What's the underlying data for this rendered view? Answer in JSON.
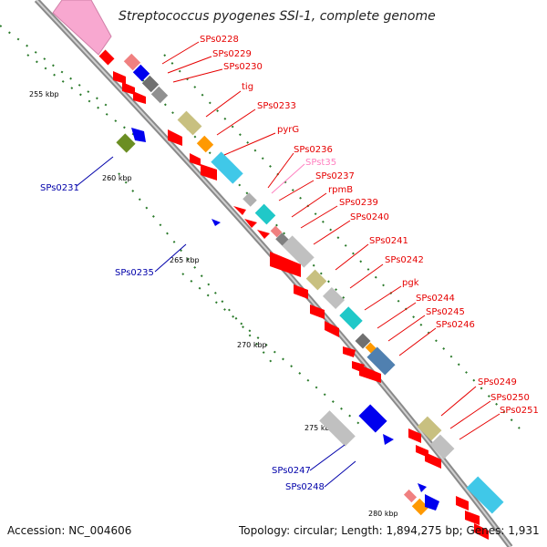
{
  "title": "Streptococcus pyogenes SSI-1, complete genome",
  "footer": {
    "accession": "Accession: NC_004606",
    "summary": "Topology: circular; Length: 1,894,275 bp; Genes: 1,931"
  },
  "colors": {
    "label_red": "#e60000",
    "label_blue": "#0000aa",
    "label_pink": "#ff80c0",
    "backbone": "#a0a0a0",
    "tick_green": "#2a7a2a"
  },
  "kbp_labels": [
    "255 kbp",
    "260 kbp",
    "265 kbp",
    "270 kbp",
    "275 kbp",
    "280 kbp"
  ],
  "right_labels": [
    {
      "text": "SPs0228",
      "color": "red"
    },
    {
      "text": "SPs0229",
      "color": "red"
    },
    {
      "text": "SPs0230",
      "color": "red"
    },
    {
      "text": "tig",
      "color": "red"
    },
    {
      "text": "SPs0233",
      "color": "red"
    },
    {
      "text": "pyrG",
      "color": "red"
    },
    {
      "text": "SPs0236",
      "color": "red"
    },
    {
      "text": "SPst35",
      "color": "pink"
    },
    {
      "text": "SPs0237",
      "color": "red"
    },
    {
      "text": "rpmB",
      "color": "red"
    },
    {
      "text": "SPs0239",
      "color": "red"
    },
    {
      "text": "SPs0240",
      "color": "red"
    },
    {
      "text": "SPs0241",
      "color": "red"
    },
    {
      "text": "SPs0242",
      "color": "red"
    },
    {
      "text": "pgk",
      "color": "red"
    },
    {
      "text": "SPs0244",
      "color": "red"
    },
    {
      "text": "SPs0245",
      "color": "red"
    },
    {
      "text": "SPs0246",
      "color": "red"
    },
    {
      "text": "SPs0249",
      "color": "red"
    },
    {
      "text": "SPs0250",
      "color": "red"
    },
    {
      "text": "SPs0251",
      "color": "red"
    }
  ],
  "left_labels": [
    {
      "text": "SPs0231",
      "color": "blue"
    },
    {
      "text": "SPs0235",
      "color": "blue"
    },
    {
      "text": "SPs0247",
      "color": "blue"
    },
    {
      "text": "SPs0248",
      "color": "blue"
    }
  ]
}
